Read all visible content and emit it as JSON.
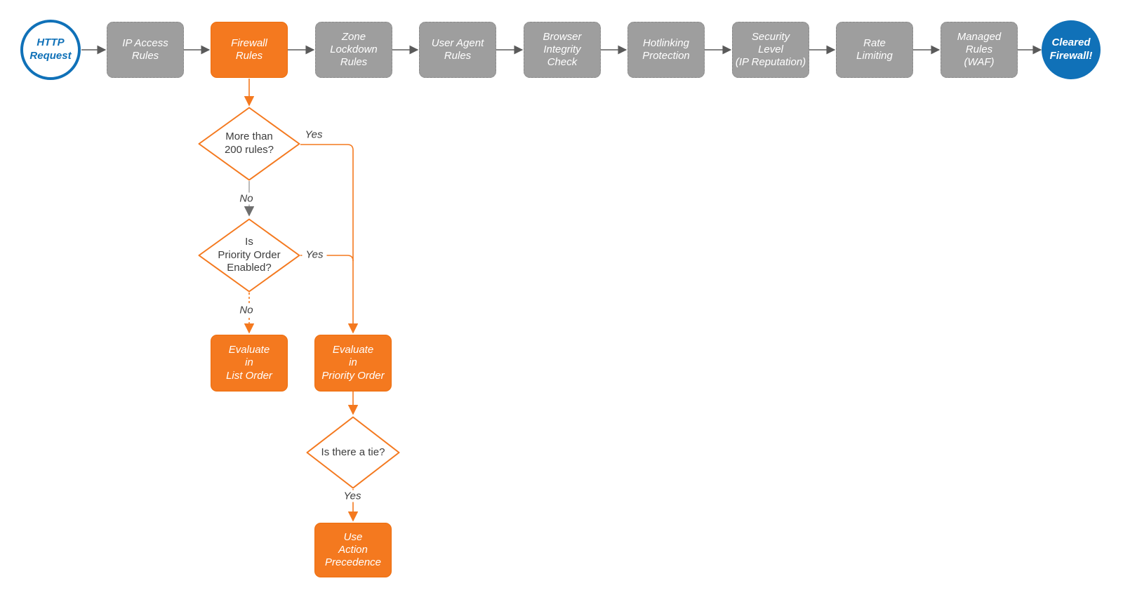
{
  "colors": {
    "orange": "#F4791F",
    "gray_box": "#9E9E9E",
    "blue": "#1071B8",
    "arrow_gray": "#5A5A5A",
    "text_dark": "#3D3D3D",
    "white": "#FFFFFF"
  },
  "nodes": {
    "http_request": {
      "label": "HTTP\nRequest",
      "type": "start-circle"
    },
    "ip_access": {
      "label": "IP Access\nRules",
      "type": "process"
    },
    "firewall": {
      "label": "Firewall\nRules",
      "type": "process-highlighted"
    },
    "zone_lockdown": {
      "label": "Zone\nLockdown\nRules",
      "type": "process"
    },
    "user_agent": {
      "label": "User Agent\nRules",
      "type": "process"
    },
    "browser_integrity": {
      "label": "Browser\nIntegrity\nCheck",
      "type": "process"
    },
    "hotlinking": {
      "label": "Hotlinking\nProtection",
      "type": "process"
    },
    "security_level": {
      "label": "Security\nLevel\n(IP Reputation)",
      "type": "process"
    },
    "rate_limiting": {
      "label": "Rate\nLimiting",
      "type": "process"
    },
    "managed_rules": {
      "label": "Managed\nRules\n(WAF)",
      "type": "process"
    },
    "cleared": {
      "label": "Cleared\nFirewall!",
      "type": "end-circle"
    },
    "more_than_200": {
      "label": "More than\n200 rules?",
      "type": "decision"
    },
    "priority_enabled": {
      "label": "Is\nPriority Order\nEnabled?",
      "type": "decision"
    },
    "tie": {
      "label": "Is there a tie?",
      "type": "decision"
    },
    "evaluate_list": {
      "label": "Evaluate\nin\nList Order",
      "type": "action"
    },
    "evaluate_priority": {
      "label": "Evaluate\nin\nPriority Order",
      "type": "action"
    },
    "action_precedence": {
      "label": "Use\nAction\nPrecedence",
      "type": "action"
    }
  },
  "edges": [
    {
      "from": "http_request",
      "to": "ip_access",
      "label": ""
    },
    {
      "from": "ip_access",
      "to": "firewall",
      "label": ""
    },
    {
      "from": "firewall",
      "to": "zone_lockdown",
      "label": ""
    },
    {
      "from": "zone_lockdown",
      "to": "user_agent",
      "label": ""
    },
    {
      "from": "user_agent",
      "to": "browser_integrity",
      "label": ""
    },
    {
      "from": "browser_integrity",
      "to": "hotlinking",
      "label": ""
    },
    {
      "from": "hotlinking",
      "to": "security_level",
      "label": ""
    },
    {
      "from": "security_level",
      "to": "rate_limiting",
      "label": ""
    },
    {
      "from": "rate_limiting",
      "to": "managed_rules",
      "label": ""
    },
    {
      "from": "managed_rules",
      "to": "cleared",
      "label": ""
    },
    {
      "from": "firewall",
      "to": "more_than_200",
      "label": ""
    },
    {
      "from": "more_than_200",
      "to": "evaluate_priority",
      "label": "Yes"
    },
    {
      "from": "more_than_200",
      "to": "priority_enabled",
      "label": "No"
    },
    {
      "from": "priority_enabled",
      "to": "evaluate_priority",
      "label": "Yes"
    },
    {
      "from": "priority_enabled",
      "to": "evaluate_list",
      "label": "No"
    },
    {
      "from": "evaluate_priority",
      "to": "tie",
      "label": ""
    },
    {
      "from": "tie",
      "to": "action_precedence",
      "label": "Yes"
    }
  ]
}
